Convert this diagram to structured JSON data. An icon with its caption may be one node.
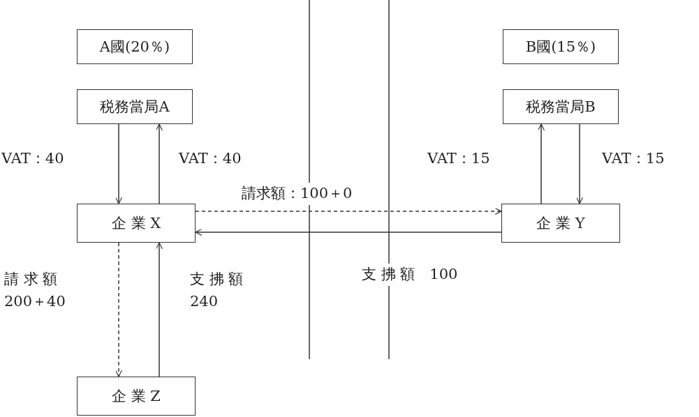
{
  "diagram": {
    "nodes": [
      {
        "text": [
          "A國(20％)"
        ]
      },
      {
        "text": [
          "税務當局A"
        ]
      },
      {
        "text": [
          "企 業 X"
        ]
      },
      {
        "text": [
          "企 業 Z"
        ]
      },
      {
        "text": [
          "B國(15％)"
        ]
      },
      {
        "text": [
          "税務當局B"
        ]
      },
      {
        "text": [
          "企 業 Y"
        ]
      }
    ],
    "edges": [
      {
        "from": 1,
        "to": 2,
        "arrow": "to",
        "label": "VAT：40"
      },
      {
        "from": 2,
        "to": 1,
        "arrow": "to",
        "label": "VAT：40"
      },
      {
        "from": 2,
        "to": 6,
        "arrow": "to",
        "style": "dashed",
        "label": "請求額：100＋0"
      },
      {
        "from": 6,
        "to": 2,
        "arrow": "to",
        "label": "支 拂 額　100"
      },
      {
        "from": 2,
        "to": 3,
        "arrow": "to",
        "style": "dashed",
        "label": "請 求 額 200＋40"
      },
      {
        "from": 3,
        "to": 2,
        "arrow": "to",
        "label": "支 拂 額 240"
      },
      {
        "from": 6,
        "to": 5,
        "arrow": "to",
        "label": "VAT：15"
      },
      {
        "from": 5,
        "to": 6,
        "arrow": "to",
        "label": "VAT：15"
      }
    ]
  }
}
